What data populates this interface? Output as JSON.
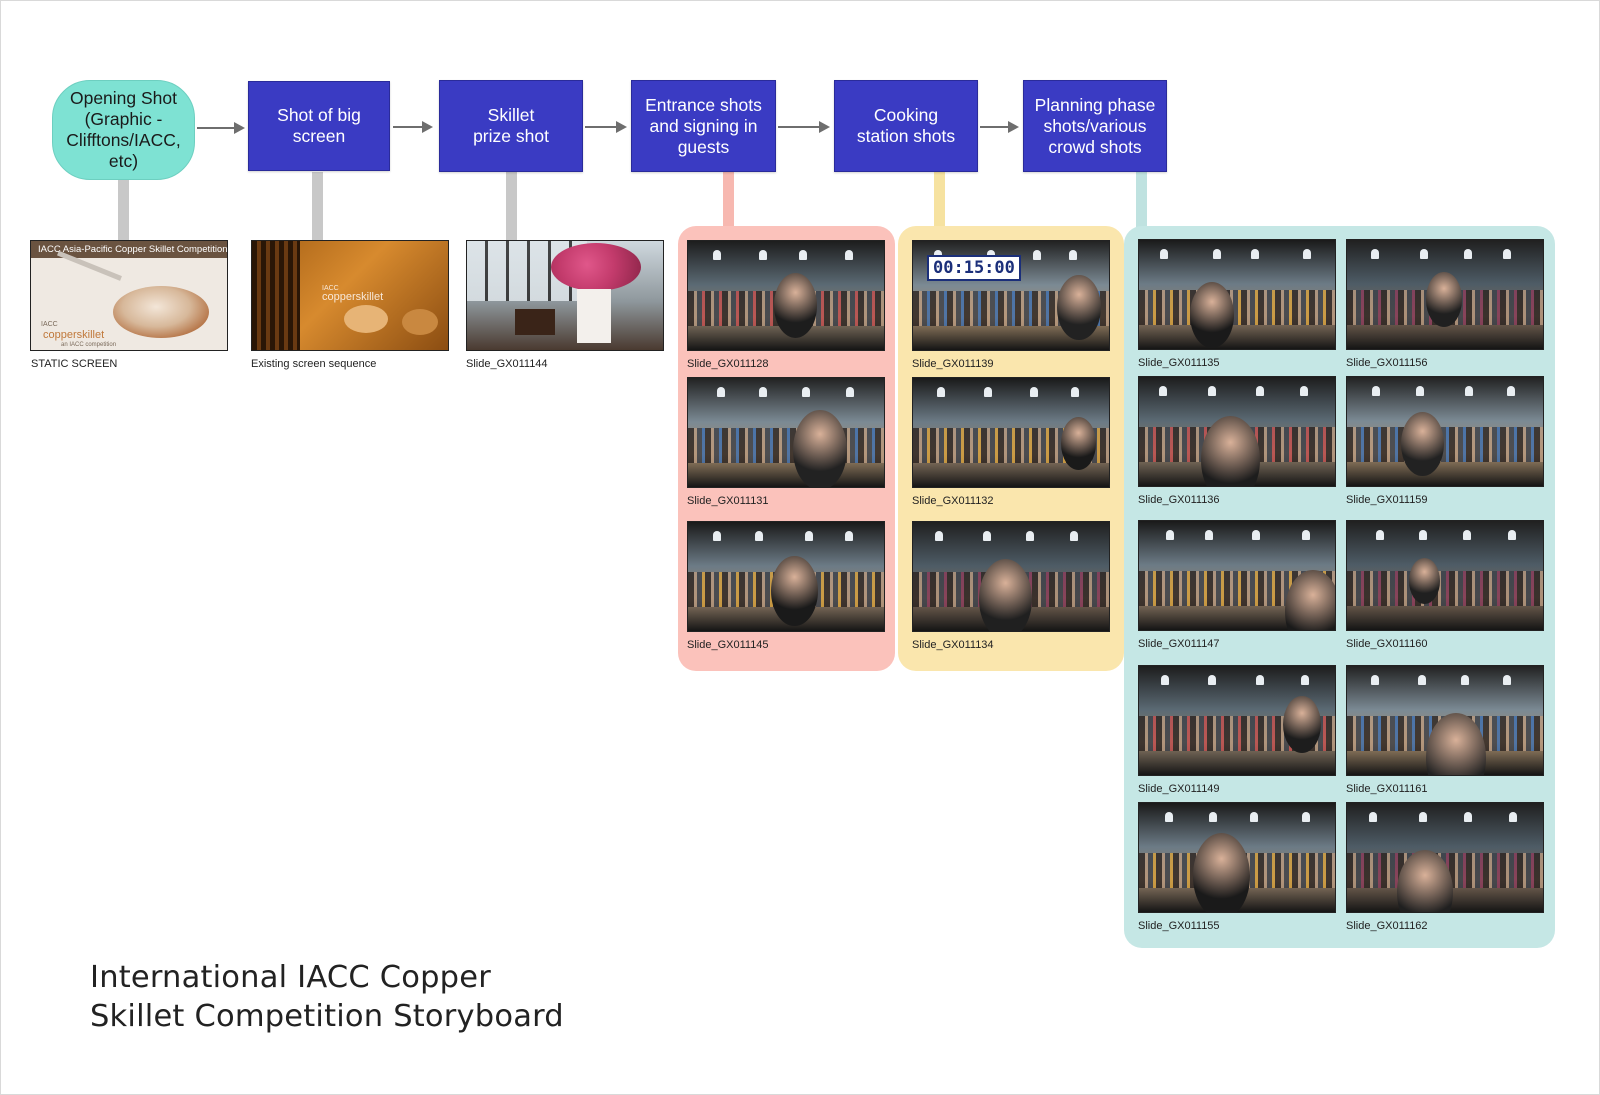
{
  "title": {
    "line1": "International IACC Copper",
    "line2": "Skillet Competition Storyboard"
  },
  "flow": [
    {
      "id": "opening",
      "label": "Opening Shot\n(Graphic -\nClifftons/IACC,\netc)",
      "shape": "oval",
      "color": "#7ee2d3"
    },
    {
      "id": "big-screen",
      "label": "Shot of big\nscreen",
      "shape": "box",
      "color": "#3a3bc3"
    },
    {
      "id": "skillet",
      "label": "Skillet\nprize shot",
      "shape": "box",
      "color": "#3a3bc3"
    },
    {
      "id": "entrance",
      "label": "Entrance shots\nand signing in\nguests",
      "shape": "box",
      "color": "#3a3bc3"
    },
    {
      "id": "cooking",
      "label": "Cooking\nstation shots",
      "shape": "box",
      "color": "#3a3bc3"
    },
    {
      "id": "planning",
      "label": "Planning phase\nshots/various\ncrowd shots",
      "shape": "box",
      "color": "#3a3bc3"
    }
  ],
  "single_frames": [
    {
      "caption": "STATIC SCREEN",
      "kind": "title-slide",
      "banner": "IACC Asia-Pacific Copper Skillet Competition",
      "logo_small": "IACC",
      "logo_main": "copperskillet",
      "logo_sub": "an IACC competition"
    },
    {
      "caption": "Existing screen sequence",
      "kind": "amber-overlay",
      "logo_small": "IACC",
      "logo_main": "copperskillet"
    },
    {
      "caption": "Slide_GX011144",
      "kind": "flowers"
    }
  ],
  "groups": [
    {
      "id": "entrance",
      "color": "pink",
      "panel_color": "#fbc2bb",
      "frames": [
        "Slide_GX011128",
        "Slide_GX011131",
        "Slide_GX011145"
      ]
    },
    {
      "id": "cooking",
      "color": "yellow",
      "panel_color": "#fae6ad",
      "timer": "00:15:00",
      "frames": [
        "Slide_GX011139",
        "Slide_GX011132",
        "Slide_GX011134"
      ]
    },
    {
      "id": "planning",
      "color": "teal",
      "panel_color": "#c5e7e5",
      "frames": [
        "Slide_GX011135",
        "Slide_GX011156",
        "Slide_GX011136",
        "Slide_GX011159",
        "Slide_GX011147",
        "Slide_GX011160",
        "Slide_GX011149",
        "Slide_GX011161",
        "Slide_GX011155",
        "Slide_GX011162"
      ]
    }
  ],
  "colors": {
    "box": "#3a3bc3",
    "oval": "#7ee2d3",
    "arrow": "#6e6e6e",
    "connector_grey": "#c8c8c8"
  }
}
